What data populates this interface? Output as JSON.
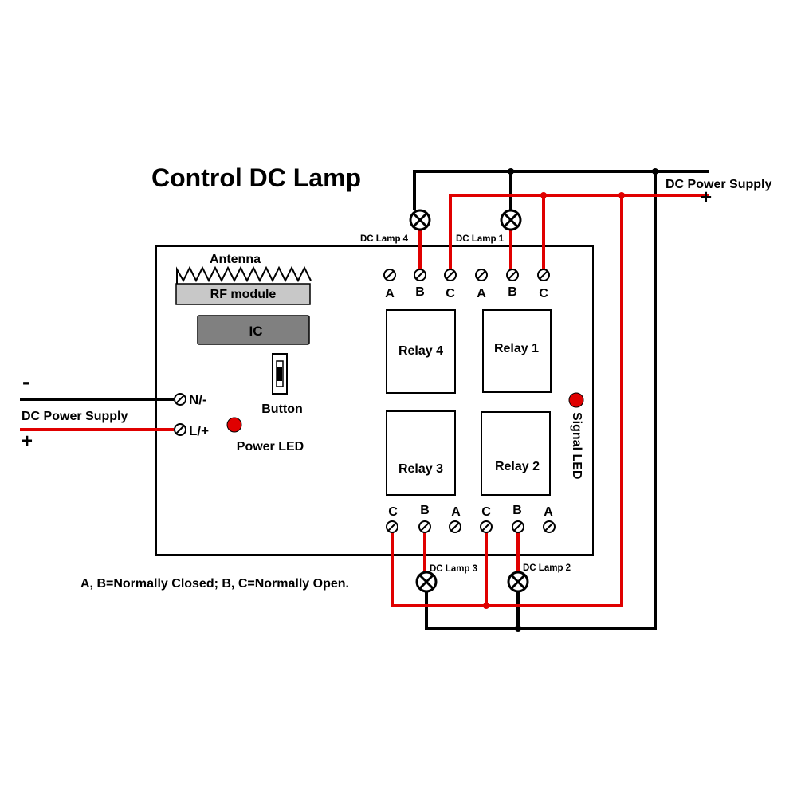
{
  "title": "Control DC Lamp",
  "note": "A, B=Normally Closed; B, C=Normally Open.",
  "colors": {
    "positive_wire": "#e00000",
    "negative_wire": "#000000",
    "led": "#e00000",
    "rf_module": "#c8c8c8",
    "ic": "#808080"
  },
  "board": {
    "antenna_label": "Antenna",
    "rf_module_label": "RF module",
    "ic_label": "IC",
    "button_label": "Button",
    "power_led_label": "Power LED",
    "signal_led_label": "Signal LED",
    "input_negative_label": "N/-",
    "input_positive_label": "L/+"
  },
  "left_supply": {
    "label": "DC Power Supply",
    "minus": "-",
    "plus": "+"
  },
  "right_supply": {
    "label": "DC Power Supply",
    "minus": "-",
    "plus": "+"
  },
  "relays": {
    "relay1": "Relay 1",
    "relay2": "Relay 2",
    "relay3": "Relay 3",
    "relay4": "Relay 4"
  },
  "top_terminals": [
    "A",
    "B",
    "C",
    "A",
    "B",
    "C"
  ],
  "bottom_terminals": [
    "C",
    "B",
    "A",
    "C",
    "B",
    "A"
  ],
  "lamps": {
    "lamp1": "DC Lamp 1",
    "lamp2": "DC Lamp 2",
    "lamp3": "DC Lamp 3",
    "lamp4": "DC Lamp 4"
  }
}
